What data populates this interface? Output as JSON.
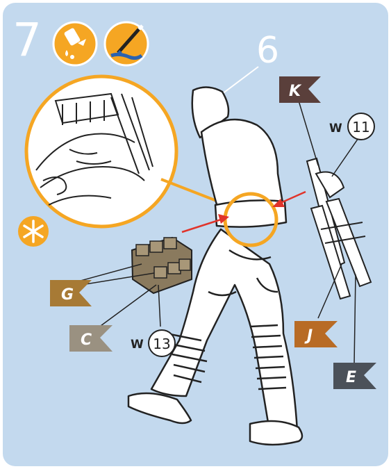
{
  "step": {
    "number": "7"
  },
  "part_number": "6",
  "colors": {
    "panel_bg": "#c3d9ee",
    "accent_orange": "#f5a623",
    "flag_K": "#5a3f3b",
    "flag_G": "#a77a35",
    "flag_C": "#9a9181",
    "flag_J": "#b86b25",
    "flag_E": "#4b5159",
    "arrow": "#e0342b"
  },
  "icons": [
    "glue-drop-icon",
    "paintbrush-icon",
    "asterisk-icon"
  ],
  "flags": {
    "K": {
      "letter": "K"
    },
    "G": {
      "letter": "G"
    },
    "C": {
      "letter": "C"
    },
    "J": {
      "letter": "J"
    },
    "E": {
      "letter": "E"
    }
  },
  "paint_refs": {
    "w11": {
      "prefix": "W",
      "number": "11"
    },
    "w13": {
      "prefix": "W",
      "number": "13"
    }
  }
}
